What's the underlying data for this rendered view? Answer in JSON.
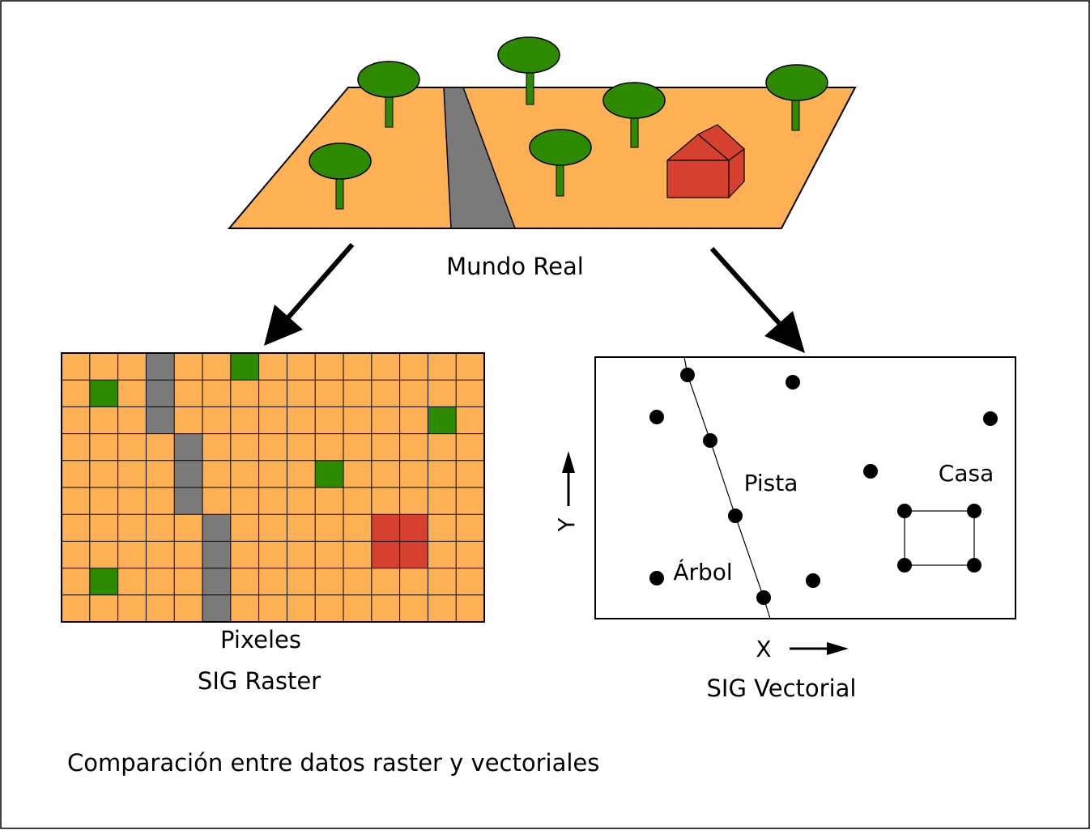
{
  "colors": {
    "ground": "#FDB154",
    "tree_canopy": "#2E8B00",
    "road": "#7A7A7A",
    "house": "#D6402F",
    "raster_green": "#2E8B00",
    "raster_gray": "#7A7A7A",
    "raster_red": "#D6402F",
    "line": "#000000"
  },
  "icons": [
    "tree-icon",
    "house-icon",
    "road-shape",
    "arrow-icon"
  ],
  "labels": {
    "real_world": "Mundo Real",
    "pixels": "Pixeles",
    "raster": "SIG Raster",
    "vector": "SIG Vectorial",
    "road": "Pista",
    "house": "Casa",
    "tree": "Árbol",
    "axis_x": "X",
    "axis_y": "Y",
    "caption": "Comparación entre datos raster y vectoriales"
  },
  "raster": {
    "cols": 15,
    "rows": 10,
    "cells": [
      {
        "col": 6,
        "row": 0,
        "kind": "tree"
      },
      {
        "col": 1,
        "row": 1,
        "kind": "tree"
      },
      {
        "col": 13,
        "row": 2,
        "kind": "tree"
      },
      {
        "col": 9,
        "row": 4,
        "kind": "tree"
      },
      {
        "col": 1,
        "row": 8,
        "kind": "tree"
      },
      {
        "col": 3,
        "row": 0,
        "kind": "road"
      },
      {
        "col": 3,
        "row": 1,
        "kind": "road"
      },
      {
        "col": 3,
        "row": 2,
        "kind": "road"
      },
      {
        "col": 4,
        "row": 3,
        "kind": "road"
      },
      {
        "col": 4,
        "row": 4,
        "kind": "road"
      },
      {
        "col": 4,
        "row": 5,
        "kind": "road"
      },
      {
        "col": 5,
        "row": 6,
        "kind": "road"
      },
      {
        "col": 5,
        "row": 7,
        "kind": "road"
      },
      {
        "col": 5,
        "row": 8,
        "kind": "road"
      },
      {
        "col": 5,
        "row": 9,
        "kind": "road"
      },
      {
        "col": 11,
        "row": 6,
        "kind": "house"
      },
      {
        "col": 12,
        "row": 6,
        "kind": "house"
      },
      {
        "col": 11,
        "row": 7,
        "kind": "house"
      },
      {
        "col": 12,
        "row": 7,
        "kind": "house"
      }
    ]
  }
}
